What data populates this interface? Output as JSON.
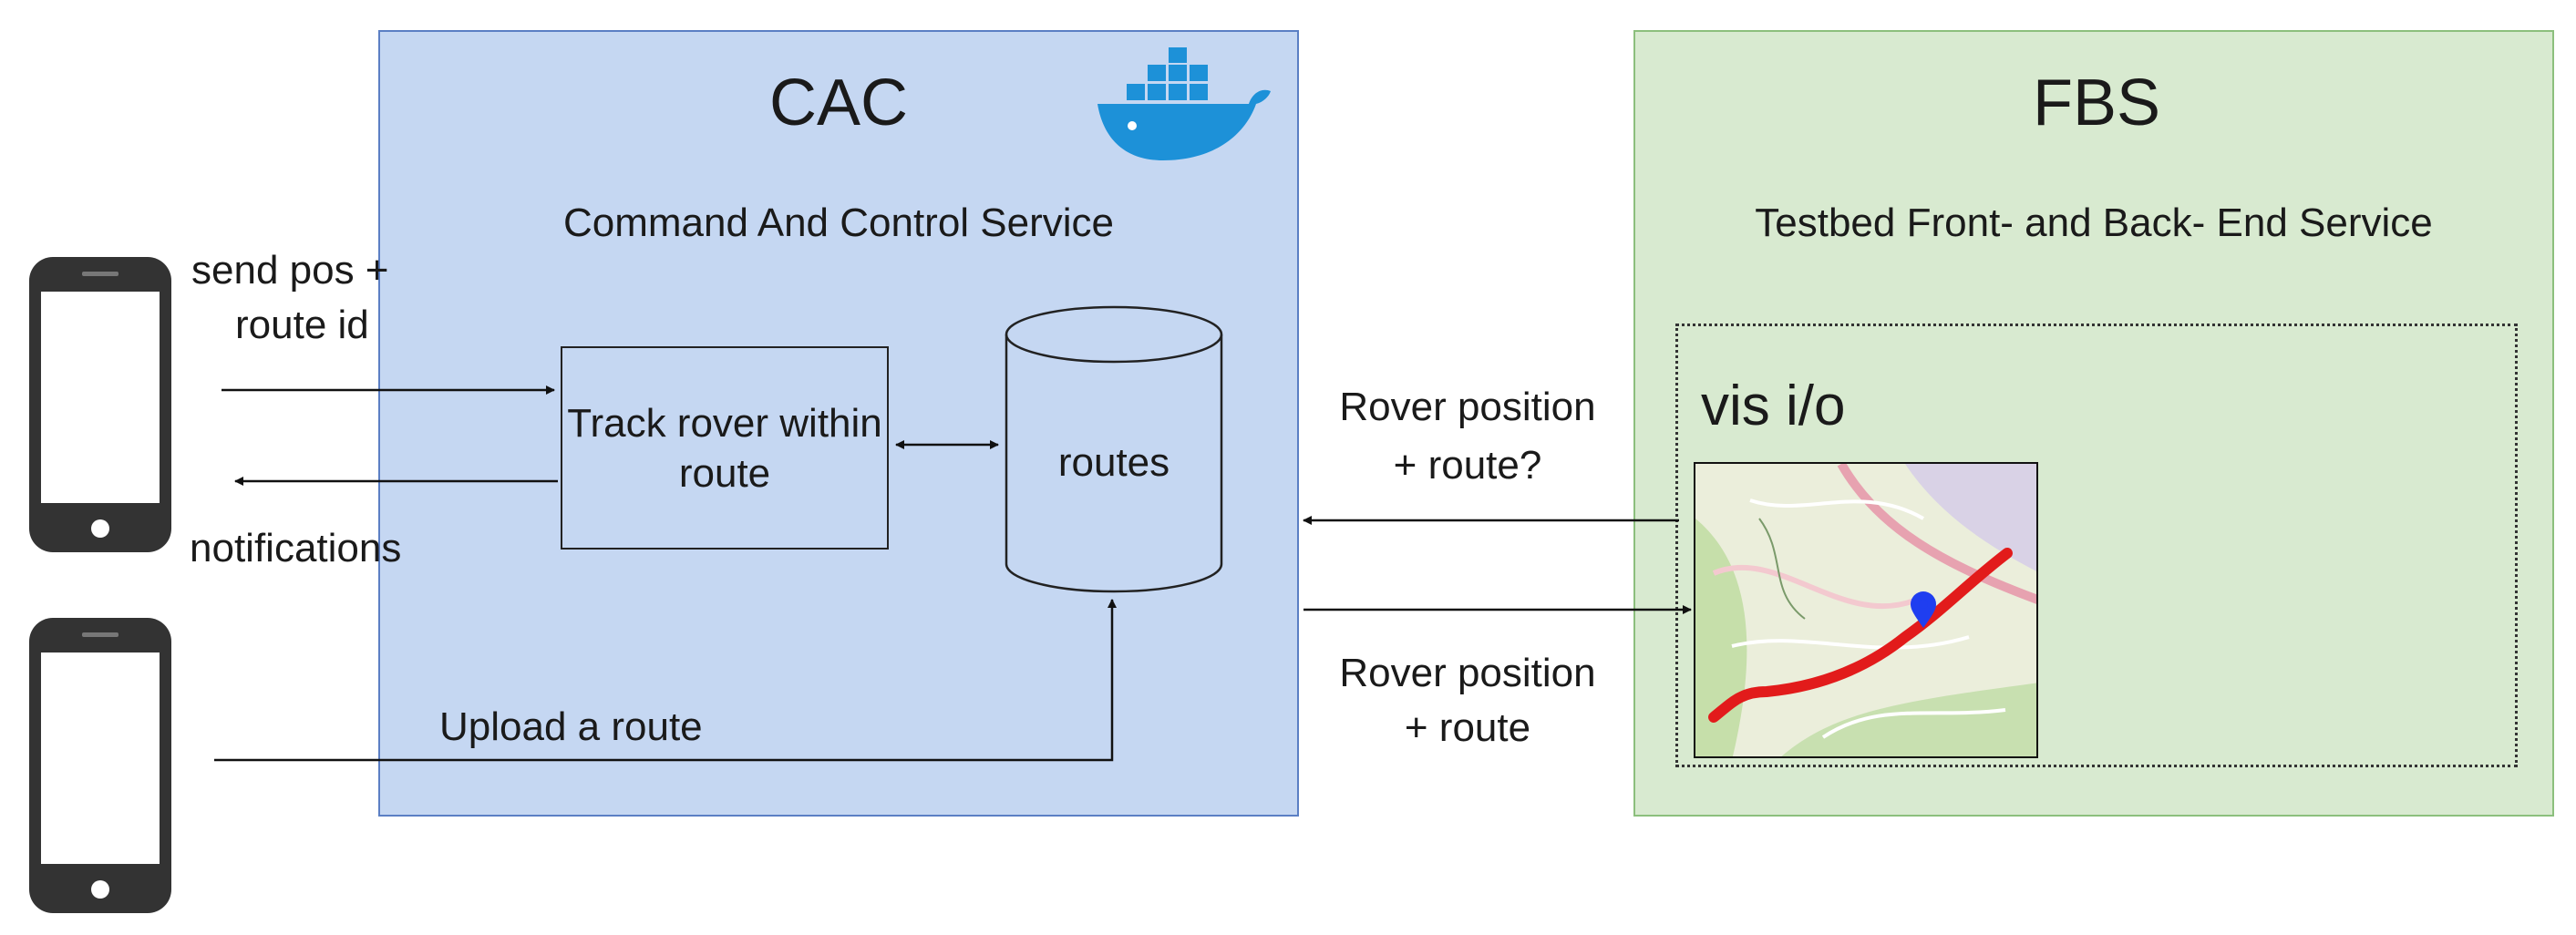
{
  "cac": {
    "title": "CAC",
    "subtitle": "Command And Control Service",
    "track_box": "Track rover within route",
    "db_label": "routes",
    "upload_label": "Upload a route"
  },
  "fbs": {
    "title": "FBS",
    "subtitle": "Testbed Front- and Back- End Service",
    "vis_label": "vis i/o"
  },
  "phone_labels": {
    "send_line1": "send pos +",
    "send_line2": "route id",
    "notifications": "notifications"
  },
  "links": {
    "request_line1": "Rover position",
    "request_line2": "+ route?",
    "response_line1": "Rover position",
    "response_line2": "+ route"
  },
  "icons": {
    "docker": "docker-whale-icon",
    "phone": "smartphone-icon",
    "map": "map-thumbnail",
    "pin": "location-pin-icon"
  },
  "colors": {
    "cac_fill": "#c5d7f2",
    "fbs_fill": "#d8ead0",
    "docker_blue": "#1d91d8",
    "route_red": "#e21b1b",
    "pin_blue": "#1f3ef0"
  }
}
